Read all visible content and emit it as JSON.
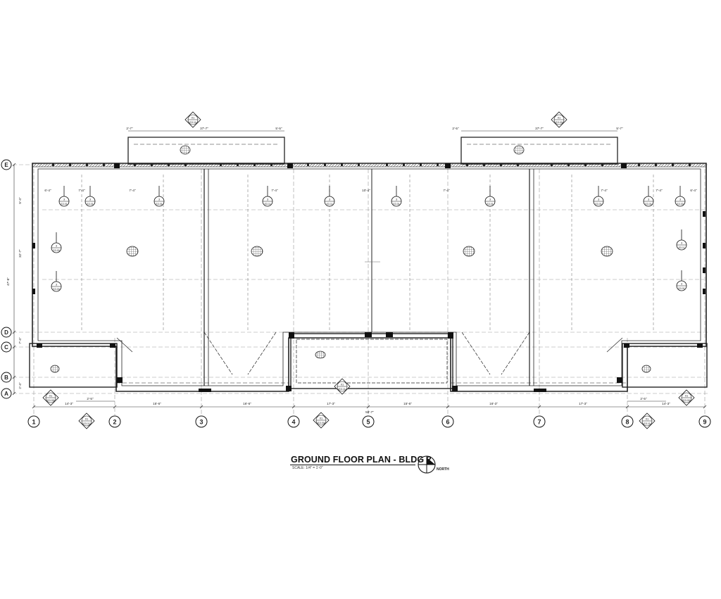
{
  "drawing": {
    "title": "GROUND FLOOR PLAN - BLDG 2",
    "scale": "SCALE: 1/4\" = 1'-0\"",
    "north_label": "NORTH"
  },
  "grid": {
    "columns": [
      "1",
      "2",
      "3",
      "4",
      "5",
      "6",
      "7",
      "8",
      "9"
    ],
    "rows": [
      "E",
      "D",
      "C",
      "B",
      "A"
    ]
  },
  "dimensions": {
    "bottom": [
      "14'-3\"",
      "15'-6\"",
      "16'-6\"",
      "17'-3\"",
      "15'-6\"",
      "16'-3\"",
      "17'-3\"",
      "14'-3\""
    ],
    "bottom_center": "58'-7\"",
    "left_total": "47'-8\"",
    "left_parts": [
      "5'-4\"",
      "32'-7\"",
      "7'-4\"",
      "2'-4\""
    ],
    "top_left": [
      "2'-7\"",
      "37'-7\"",
      "5'-5\""
    ],
    "top_right": [
      "2'-5\"",
      "37'-7\"",
      "5'-7\""
    ],
    "bottom_short": [
      "2'-5\"",
      "2'-5\""
    ],
    "room_dims": [
      "6'-4\"",
      "7'-4\"",
      "7'-4\"",
      "7'-4\"",
      "10'-4\"",
      "7'-4\"",
      "7'-4\"",
      "7'-4\"",
      "6'-4\""
    ]
  },
  "callouts": {
    "top": [
      {
        "num": "01",
        "sheet": "S3.11"
      },
      {
        "num": "01",
        "sheet": "S3.00"
      }
    ],
    "bottom": [
      {
        "num": "01",
        "sheet": "S3.00"
      },
      {
        "num": "01",
        "sheet": "S3.11"
      },
      {
        "num": "01",
        "sheet": "S3.00"
      },
      {
        "num": "01",
        "sheet": "S3.11"
      },
      {
        "num": "01",
        "sheet": "S3.00"
      },
      {
        "num": "01",
        "sheet": "S3.11"
      }
    ],
    "sections": [
      {
        "num": "3",
        "sheet": "S3.01"
      },
      {
        "num": "3",
        "sheet": "S3.01"
      },
      {
        "num": "3",
        "sheet": "S3.01"
      },
      {
        "num": "3",
        "sheet": "S3.11"
      },
      {
        "num": "3",
        "sheet": "S3.11"
      },
      {
        "num": "3",
        "sheet": "S3.01"
      },
      {
        "num": "3",
        "sheet": "S3.01"
      },
      {
        "num": "3",
        "sheet": "S3.01"
      },
      {
        "num": "3",
        "sheet": "S3.01"
      },
      {
        "num": "3",
        "sheet": "S3.00"
      },
      {
        "num": "3",
        "sheet": "S3.00"
      },
      {
        "num": "3",
        "sheet": "S3.11"
      },
      {
        "num": "3",
        "sheet": "S3.00"
      },
      {
        "num": "3",
        "sheet": "S3.01"
      }
    ]
  },
  "colors": {
    "line": "#222222",
    "grid_bubble": "#111111",
    "hatch": "#555555"
  }
}
